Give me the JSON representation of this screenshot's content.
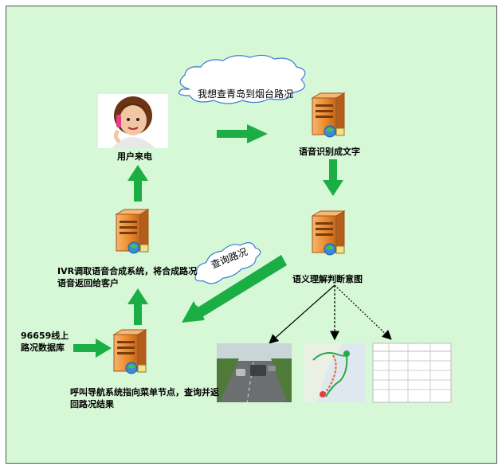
{
  "cloud_top": "我想查青岛到烟台路况",
  "cloud_mid": "查询路况",
  "node_caller": "用户来电",
  "node_asr": "语音识别成文字",
  "node_nlu": "语义理解判断意图",
  "node_ivr": "IVR调取语音合成系统，将合成路况语音返回给客户",
  "node_nav": "呼叫导航系统指向菜单节点，查询并返回路况结果",
  "node_db": "96659线上路况数据库",
  "colors": {
    "background": "#d6f8d6",
    "arrow_green": "#1aae44",
    "server_orange": "#e07a1e"
  }
}
